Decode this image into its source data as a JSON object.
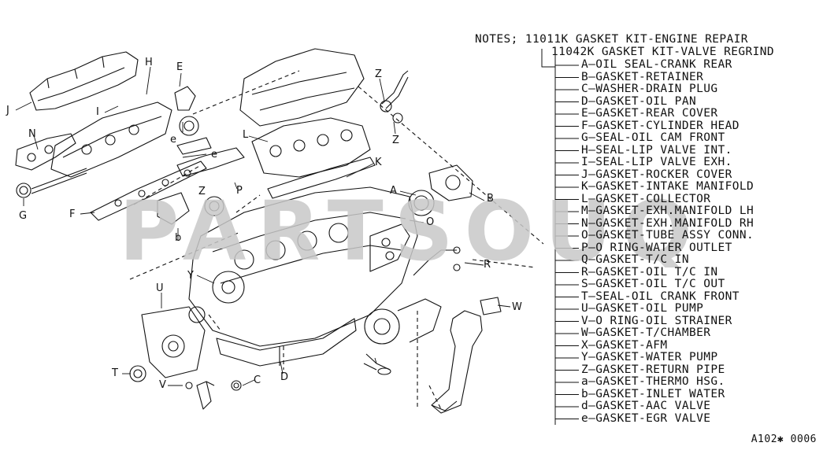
{
  "notes": {
    "header": "NOTES; 11011K GASKET KIT-ENGINE REPAIR",
    "subheader": "11042K GASKET KIT-VALVE REGRIND"
  },
  "legend_items": [
    {
      "letter": "A",
      "text": "OIL SEAL-CRANK REAR"
    },
    {
      "letter": "B",
      "text": "GASKET-RETAINER"
    },
    {
      "letter": "C",
      "text": "WASHER-DRAIN PLUG"
    },
    {
      "letter": "D",
      "text": "GASKET-OIL PAN"
    },
    {
      "letter": "E",
      "text": "GASKET-REAR COVER"
    },
    {
      "letter": "F",
      "text": "GASKET-CYLINDER HEAD"
    },
    {
      "letter": "G",
      "text": "SEAL-OIL CAM FRONT"
    },
    {
      "letter": "H",
      "text": "SEAL-LIP VALVE INT."
    },
    {
      "letter": "I",
      "text": "SEAL-LIP VALVE EXH."
    },
    {
      "letter": "J",
      "text": "GASKET-ROCKER COVER"
    },
    {
      "letter": "K",
      "text": "GASKET-INTAKE MANIFOLD"
    },
    {
      "letter": "L",
      "text": "GASKET-COLLECTOR"
    },
    {
      "letter": "M",
      "text": "GASKET-EXH.MANIFOLD LH"
    },
    {
      "letter": "N",
      "text": "GASKET-EXH.MANIFOLD RH"
    },
    {
      "letter": "O",
      "text": "GASKET-TUBE ASSY CONN."
    },
    {
      "letter": "P",
      "text": "O RING-WATER OUTLET"
    },
    {
      "letter": "Q",
      "text": "GASKET-T/C IN"
    },
    {
      "letter": "R",
      "text": "GASKET-OIL T/C IN"
    },
    {
      "letter": "S",
      "text": "GASKET-OIL T/C OUT"
    },
    {
      "letter": "T",
      "text": "SEAL-OIL CRANK FRONT"
    },
    {
      "letter": "U",
      "text": "GASKET-OIL PUMP"
    },
    {
      "letter": "V",
      "text": "O RING-OIL STRAINER"
    },
    {
      "letter": "W",
      "text": "GASKET-T/CHAMBER"
    },
    {
      "letter": "X",
      "text": "GASKET-AFM"
    },
    {
      "letter": "Y",
      "text": "GASKET-WATER PUMP"
    },
    {
      "letter": "Z",
      "text": "GASKET-RETURN PIPE"
    },
    {
      "letter": "a",
      "text": "GASKET-THERMO HSG."
    },
    {
      "letter": "b",
      "text": "GASKET-INLET WATER"
    },
    {
      "letter": "d",
      "text": "GASKET-AAC VALVE"
    },
    {
      "letter": "e",
      "text": "GASKET-EGR VALVE"
    }
  ],
  "callouts": {
    "H": "H",
    "E": "E",
    "I": "I",
    "J": "J",
    "N": "N",
    "G": "G",
    "F": "F",
    "Z1": "Z",
    "Z2": "Z",
    "K": "K",
    "A": "A",
    "B": "B",
    "L": "L",
    "O": "O",
    "P": "P",
    "b": "b",
    "Y": "Y",
    "U": "U",
    "T": "T",
    "V": "V",
    "C": "C",
    "D": "D",
    "R": "R",
    "W": "W",
    "e1": "e",
    "e2": "e",
    "Z3": "Z"
  },
  "watermark": "PARTSOUQ",
  "footer_code": "A102✱ 0006",
  "colors": {
    "ink": "#111111",
    "watermark": "#c8c8c8"
  }
}
